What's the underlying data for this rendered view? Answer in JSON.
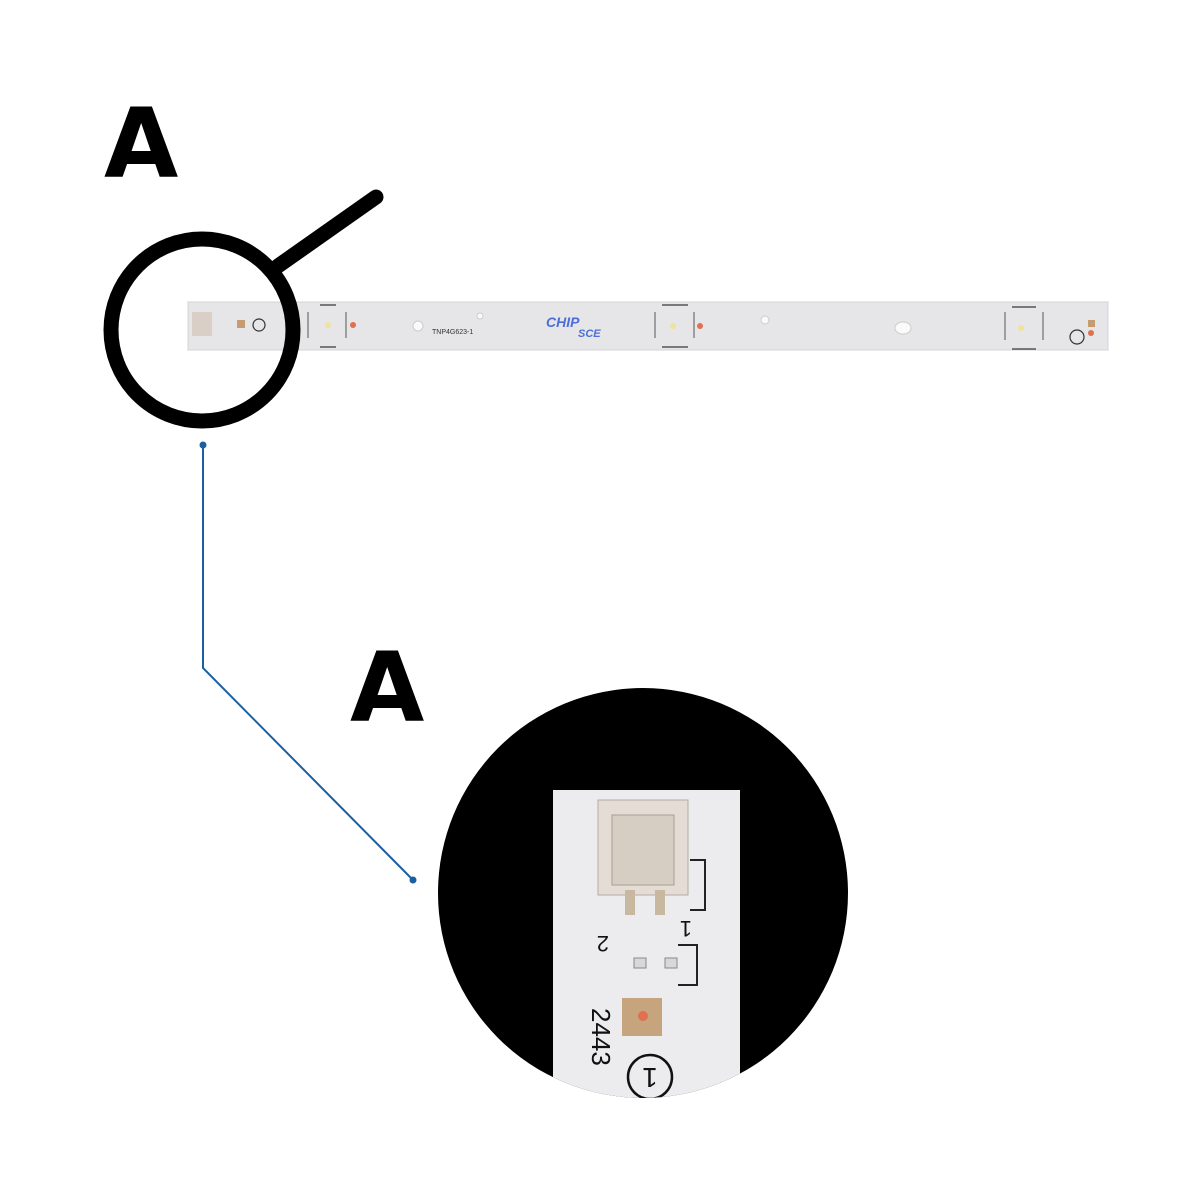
{
  "labels": {
    "top": "A",
    "bottom": "A"
  },
  "board": {
    "part_number": "TNP4G623-1",
    "logo_top": "CHIP",
    "logo_bottom": "SCE",
    "pin_code": "2443",
    "pin_1": "1",
    "pin_2": "2",
    "circle_mark": "1"
  },
  "colors": {
    "leader_line": "#1a5fa0",
    "logo": "#4a6fd8",
    "board": "#e8e8ea",
    "led_pad": "#e07050"
  }
}
